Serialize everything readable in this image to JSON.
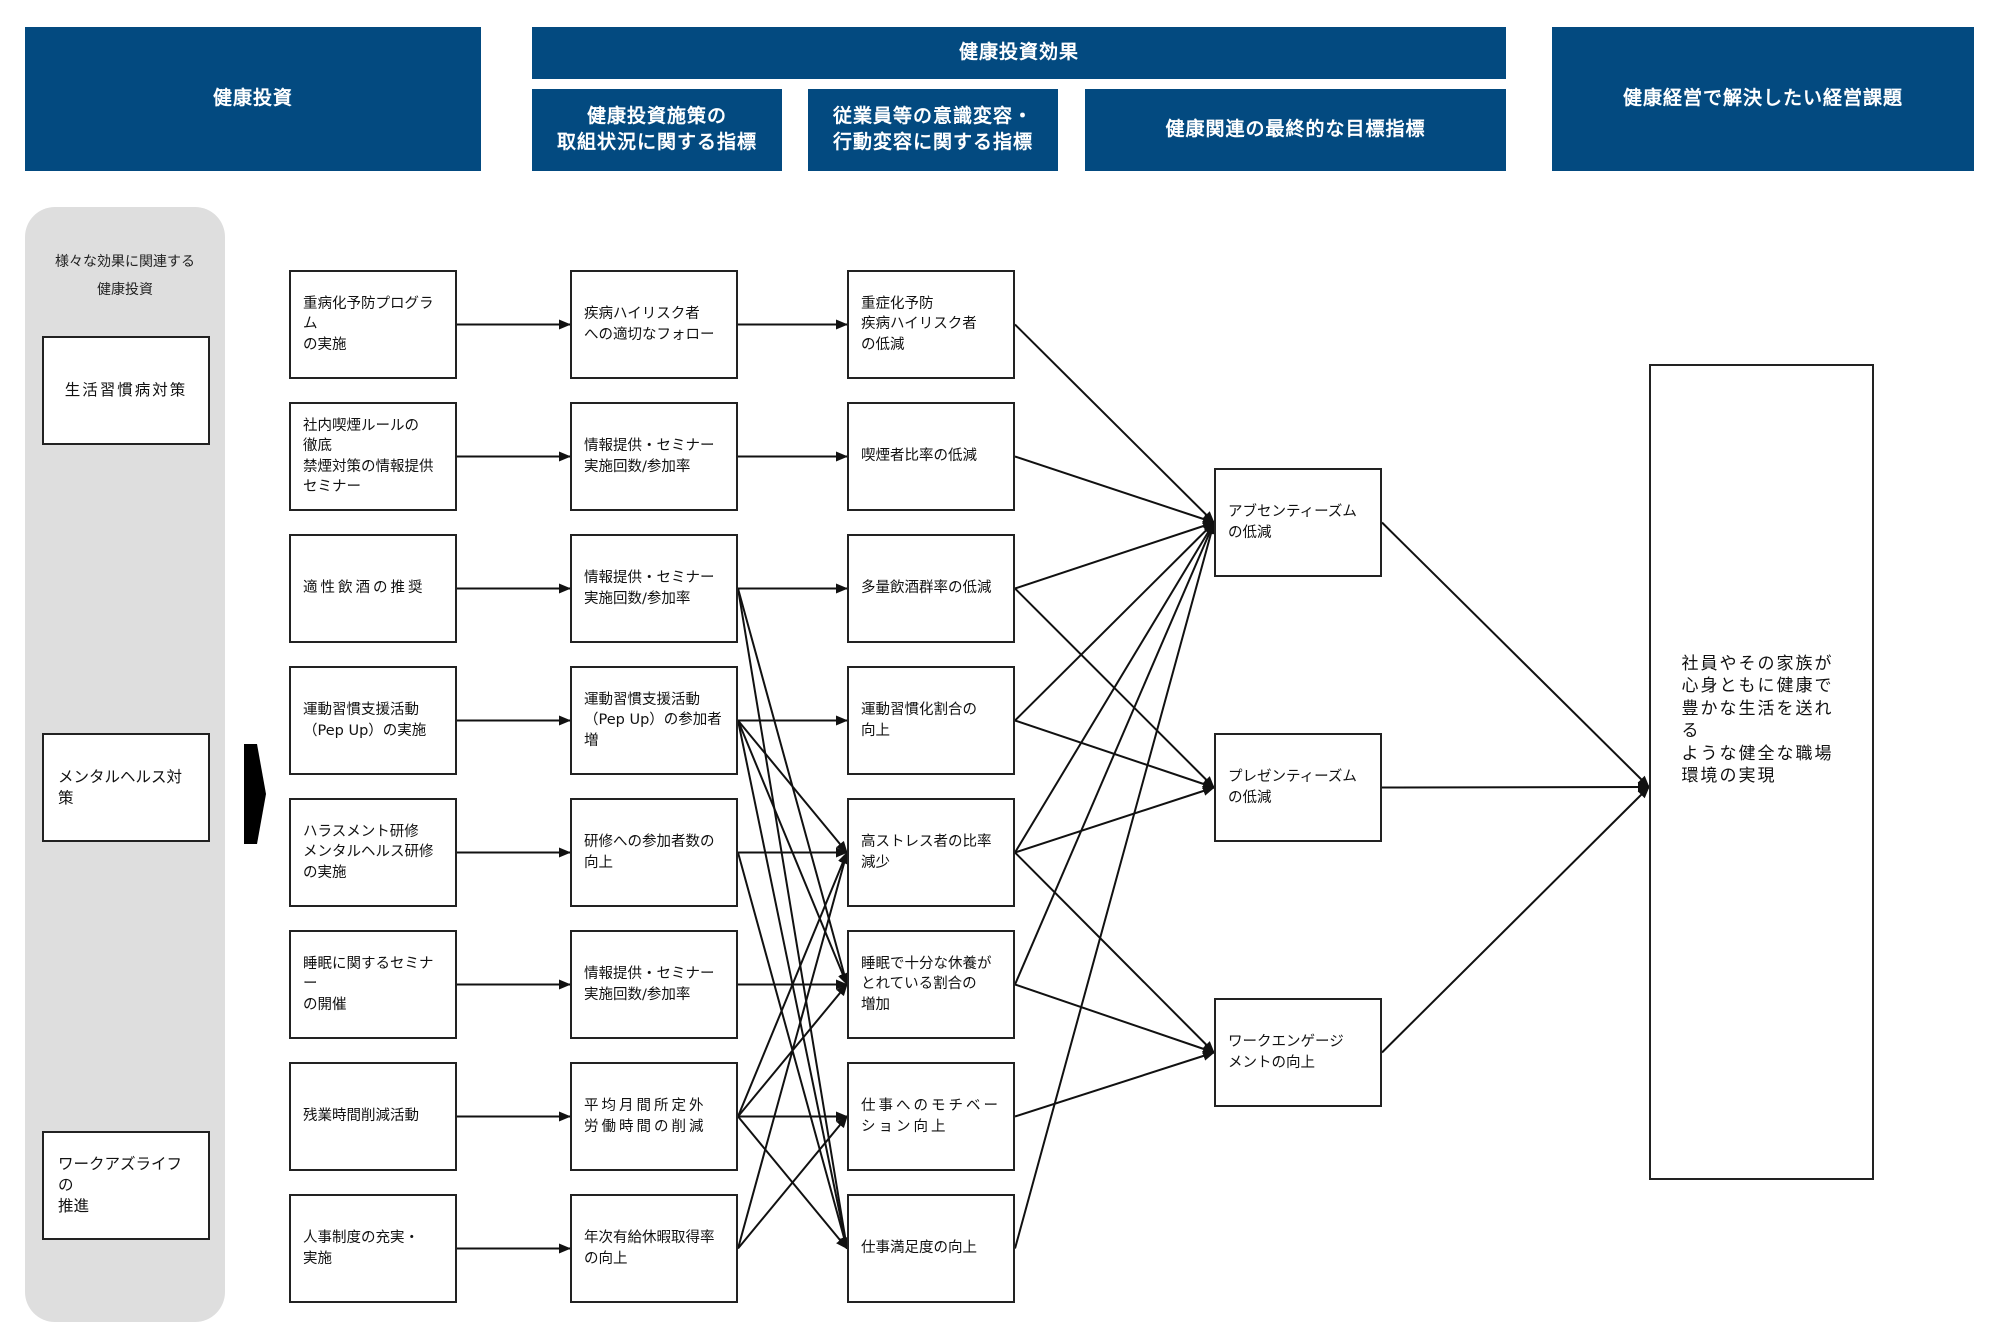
{
  "headers": {
    "invest": "健康投資",
    "effect": "健康投資効果",
    "sub1": "健康投資施策の\n取組状況に関する指標",
    "sub2": "従業員等の意識変容・\n行動変容に関する指標",
    "sub3": "健康関連の最終的な目標指標",
    "issue": "健康経営で解決したい経営課題"
  },
  "sidebar": {
    "caption": "様々な効果に関連する\n健康投資",
    "items": [
      "生活習慣病対策",
      "メンタルヘルス対策",
      "ワークアズライフの\n推進"
    ]
  },
  "col1": [
    "重病化予防プログラム\nの実施",
    "社内喫煙ルールの\n徹底\n禁煙対策の情報提供\nセミナー",
    "適性飲酒の推奨",
    "運動習慣支援活動\n（Pep Up）の実施",
    "ハラスメント研修\nメンタルヘルス研修\nの実施",
    "睡眠に関するセミナー\nの開催",
    "残業時間削減活動",
    "人事制度の充実・\n実施"
  ],
  "col2": [
    "疾病ハイリスク者\nへの適切なフォロー",
    "情報提供・セミナー\n実施回数/参加率",
    "情報提供・セミナー\n実施回数/参加率",
    "運動習慣支援活動\n（Pep Up）の参加者増",
    "研修への参加者数の\n向上",
    "情報提供・セミナー\n実施回数/参加率",
    "平均月間所定外\n労働時間の削減",
    "年次有給休暇取得率\nの向上"
  ],
  "col3": [
    "重症化予防\n疾病ハイリスク者\nの低減",
    "喫煙者比率の低減",
    "多量飲酒群率の低減",
    "運動習慣化割合の\n向上",
    "高ストレス者の比率\n減少",
    "睡眠で十分な休養が\nとれている割合の\n増加",
    "仕事へのモチベー\nション向上",
    "仕事満足度の向上"
  ],
  "col4": [
    "アブセンティーズム\nの低減",
    "プレゼンティーズム\nの低減",
    "ワークエンゲージ\nメントの向上"
  ],
  "final": "社員やその家族が\n心身ともに健康で\n豊かな生活を送れる\nような健全な職場\n環境の実現",
  "links": {
    "col2_to_col3": [
      [
        0,
        0
      ],
      [
        1,
        1
      ],
      [
        2,
        2
      ],
      [
        2,
        5
      ],
      [
        2,
        7
      ],
      [
        3,
        3
      ],
      [
        3,
        4
      ],
      [
        3,
        5
      ],
      [
        3,
        7
      ],
      [
        4,
        4
      ],
      [
        4,
        7
      ],
      [
        5,
        5
      ],
      [
        6,
        4
      ],
      [
        6,
        5
      ],
      [
        6,
        6
      ],
      [
        6,
        7
      ],
      [
        7,
        4
      ],
      [
        7,
        6
      ]
    ],
    "col3_to_col4": [
      [
        0,
        0
      ],
      [
        1,
        0
      ],
      [
        2,
        0
      ],
      [
        2,
        1
      ],
      [
        3,
        0
      ],
      [
        3,
        1
      ],
      [
        4,
        0
      ],
      [
        4,
        1
      ],
      [
        4,
        2
      ],
      [
        5,
        0
      ],
      [
        5,
        2
      ],
      [
        6,
        2
      ],
      [
        7,
        0
      ]
    ],
    "col4_to_final": [
      0,
      1,
      2
    ]
  }
}
